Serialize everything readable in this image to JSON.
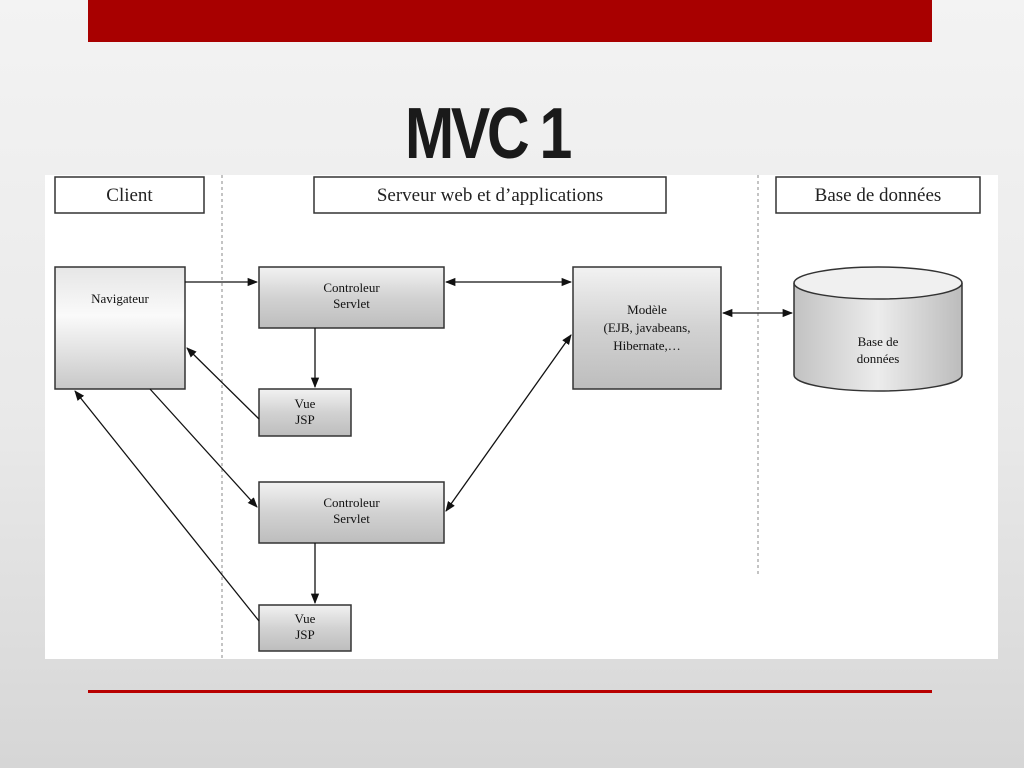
{
  "slide": {
    "title": "MVC 1"
  },
  "diagram": {
    "columns": {
      "client": "Client",
      "server": "Serveur web et d’applications",
      "database": "Base de données"
    },
    "nodes": {
      "navigateur": "Navigateur",
      "controleur_1": [
        "Controleur",
        "Servlet"
      ],
      "vue_1": [
        "Vue",
        "JSP"
      ],
      "controleur_2": [
        "Controleur",
        "Servlet"
      ],
      "vue_2": [
        "Vue",
        "JSP"
      ],
      "modele": [
        "Modèle",
        "(EJB, javabeans,",
        "Hibernate,…"
      ],
      "base": [
        "Base de",
        "données"
      ]
    }
  }
}
